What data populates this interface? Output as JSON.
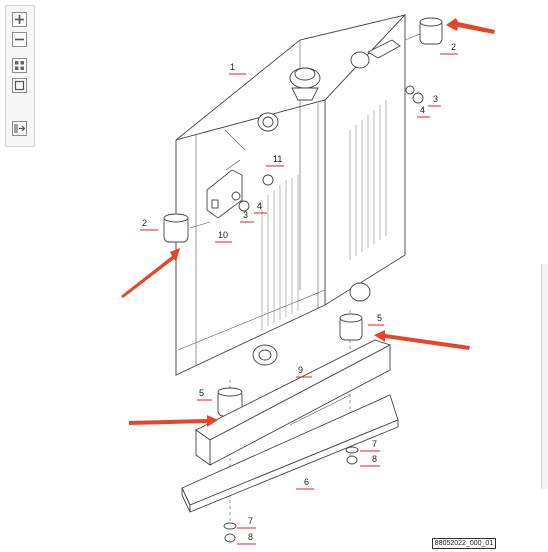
{
  "toolbar": {
    "buttons": [
      {
        "name": "zoom-in-button",
        "icon": "plus-icon"
      },
      {
        "name": "zoom-out-button",
        "icon": "minus-icon"
      },
      {
        "name": "fit-all-button",
        "icon": "fit-icon"
      },
      {
        "name": "fit-window-button",
        "icon": "square-icon"
      },
      {
        "name": "export-button",
        "icon": "export-icon"
      }
    ]
  },
  "callouts": [
    "1",
    "2",
    "3",
    "4",
    "5",
    "6",
    "7",
    "8",
    "9",
    "10",
    "11"
  ],
  "drawing_id": "88052022_000_01",
  "colors": {
    "callout_underline": "#e02020",
    "arrow": "#e8432b",
    "line": "#444444"
  }
}
